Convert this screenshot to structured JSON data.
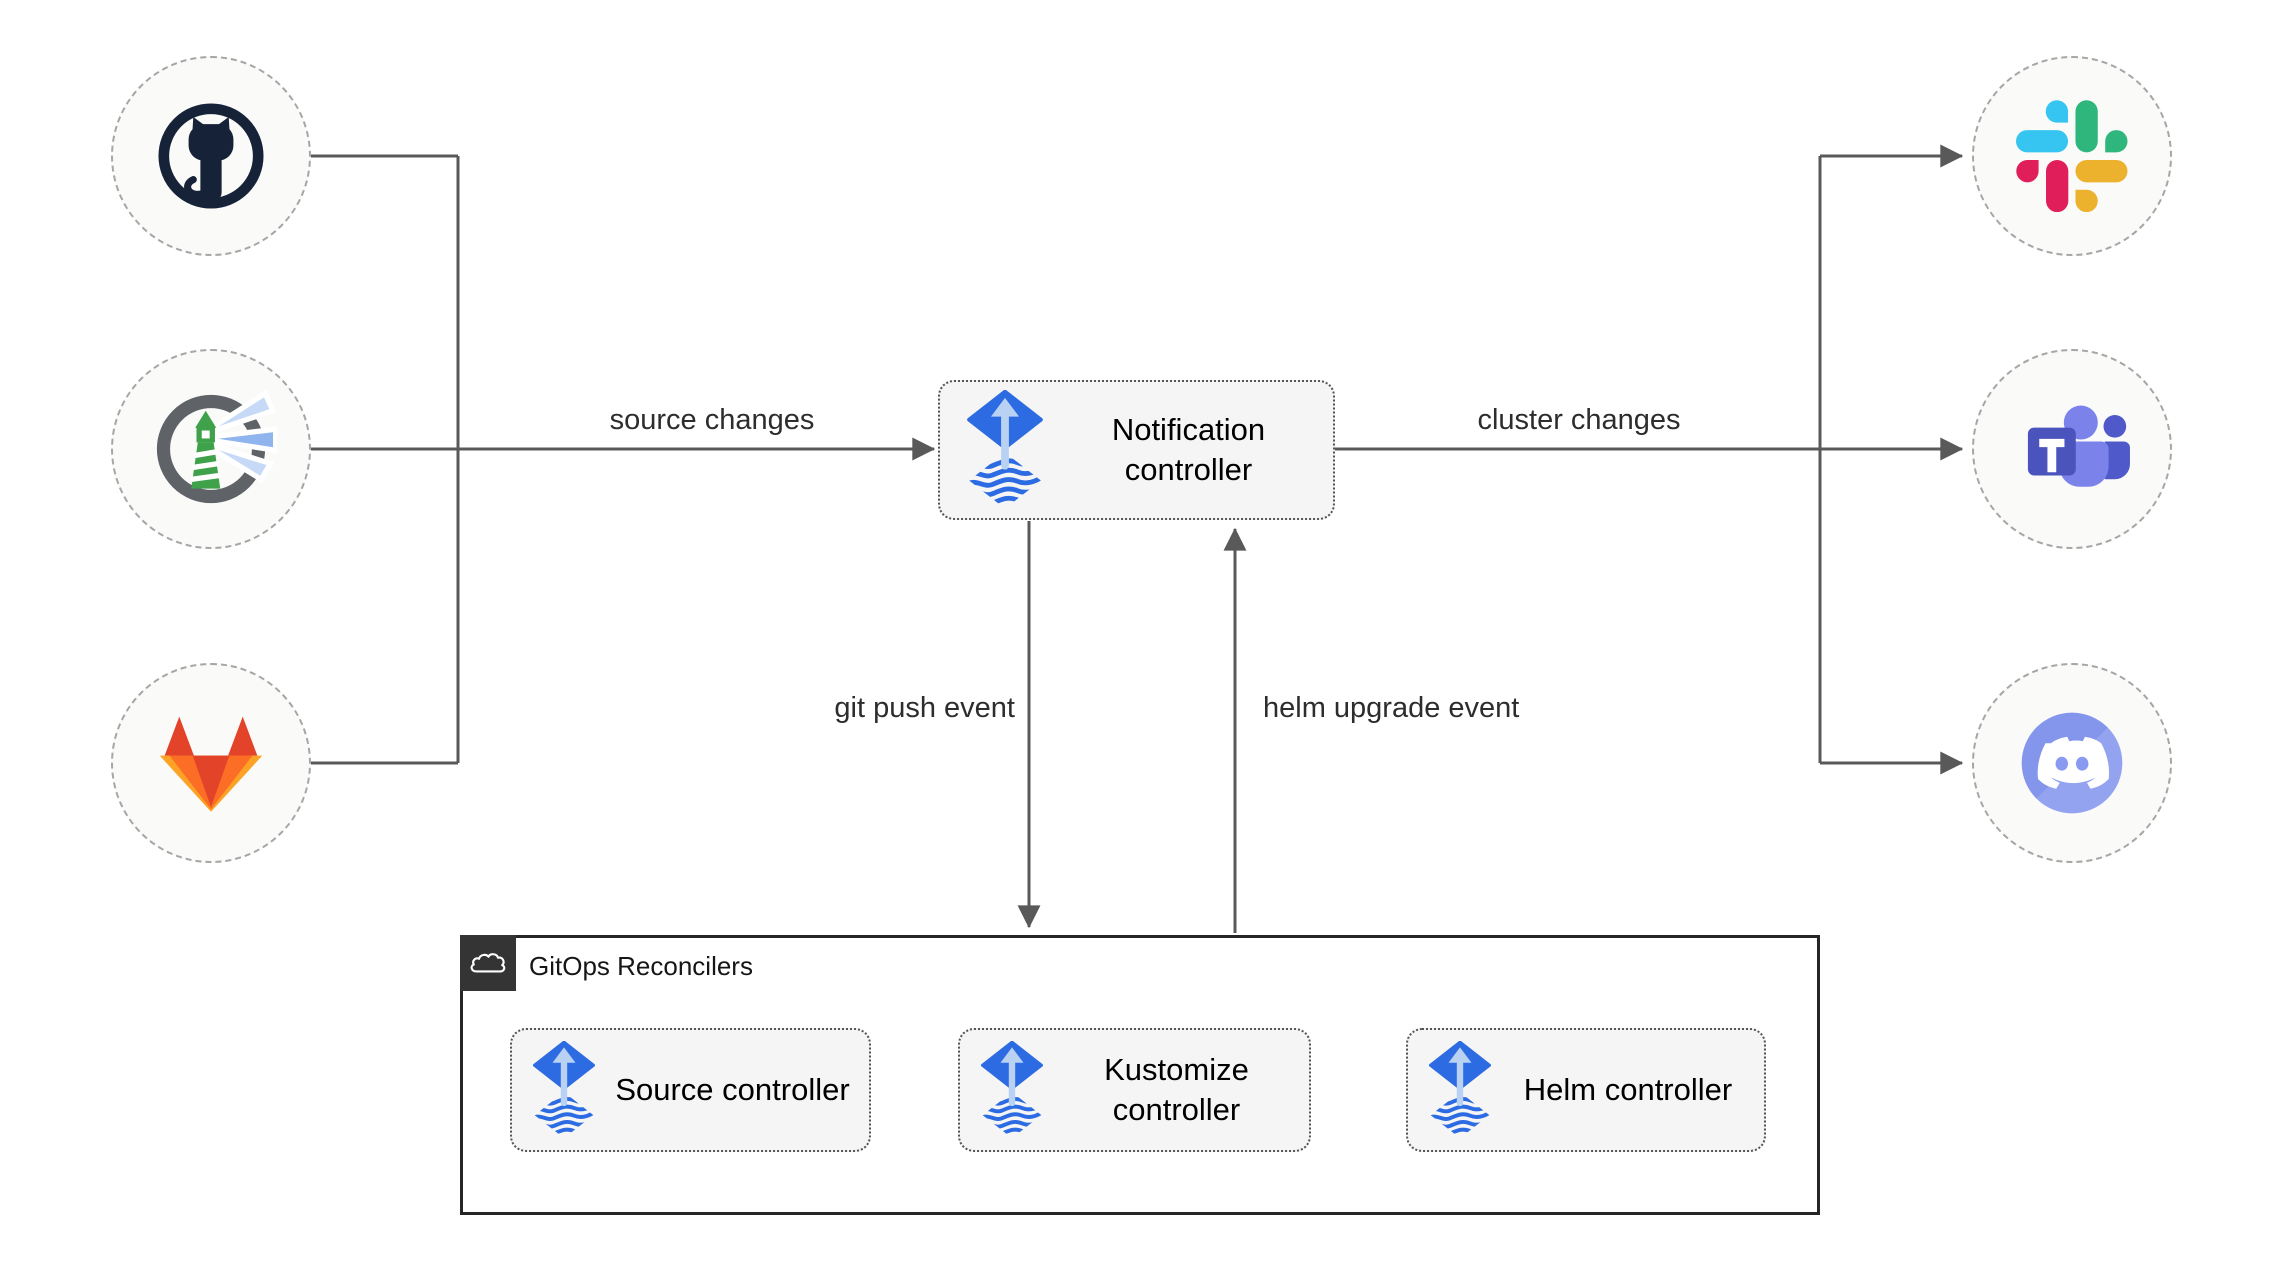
{
  "edges": {
    "source_changes": "source changes",
    "cluster_changes": "cluster changes",
    "git_push_event": "git push event",
    "helm_upgrade_event": "helm upgrade event"
  },
  "nodes": {
    "notification": {
      "label": "Notification controller",
      "icon": "flux-icon"
    }
  },
  "group": {
    "title": "GitOps Reconcilers",
    "badge_icon": "cloud-icon",
    "nodes": [
      {
        "label": "Source controller",
        "icon": "flux-icon"
      },
      {
        "label": "Kustomize controller",
        "icon": "flux-icon"
      },
      {
        "label": "Helm controller",
        "icon": "flux-icon"
      }
    ]
  },
  "sources": [
    {
      "icon": "github-icon"
    },
    {
      "icon": "harbor-icon"
    },
    {
      "icon": "gitlab-icon"
    }
  ],
  "targets": [
    {
      "icon": "slack-icon"
    },
    {
      "icon": "teams-icon"
    },
    {
      "icon": "discord-icon"
    }
  ],
  "colors": {
    "flux_blue": "#2c6be2",
    "flux_arrow_light": "#b9d2f4",
    "line_gray": "#595959",
    "node_fill": "#f5f5f5",
    "group_border": "#262626",
    "badge_dark": "#343434",
    "circle_border": "#a6a6a6",
    "github_dark": "#152238",
    "harbor_green": "#3fa24b",
    "gitlab_red": "#e24329",
    "gitlab_orange": "#fc6d26",
    "gitlab_amber": "#fca326",
    "slack_blue": "#36c5f0",
    "slack_green": "#2eb67d",
    "slack_yellow": "#ecb22e",
    "slack_red": "#e01e5a",
    "teams_indigo": "#4b53bc",
    "teams_light": "#7b83eb",
    "teams_dark": "#5059c9",
    "discord_blurple": "#8a9af0"
  }
}
